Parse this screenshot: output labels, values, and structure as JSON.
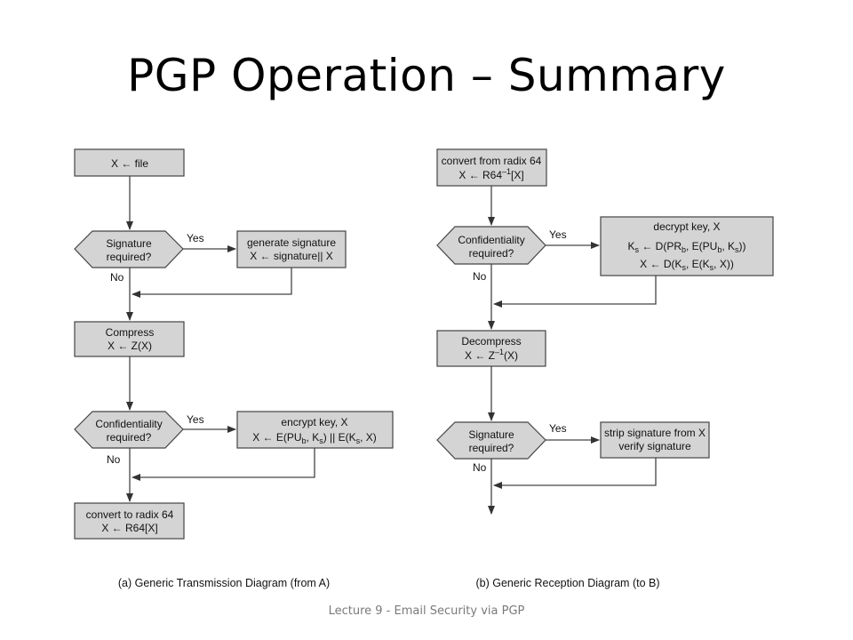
{
  "slide": {
    "title": "PGP Operation – Summary",
    "footer": "Lecture 9 - Email Security via PGP"
  },
  "transmission": {
    "caption": "(a) Generic Transmission Diagram (from A)",
    "start_box": "X ← file",
    "sig_decision": [
      "Signature",
      "required?"
    ],
    "sig_yes": "Yes",
    "sig_no": "No",
    "sig_action": [
      "generate signature",
      "X ← signature|| X"
    ],
    "compress": [
      "Compress",
      "X ← Z(X)"
    ],
    "conf_decision": [
      "Confidentiality",
      "required?"
    ],
    "conf_yes": "Yes",
    "conf_no": "No",
    "conf_action_line1": "encrypt key, X",
    "conf_action_line2": {
      "a": "X ← E(PU",
      "b_sub": "b",
      "c": ", K",
      "d_sub": "s",
      "e": ") || E(K",
      "f_sub": "s",
      "g": ", X)"
    },
    "radix": [
      "convert to radix 64",
      "X ← R64[X]"
    ]
  },
  "reception": {
    "caption": "(b) Generic Reception Diagram (to B)",
    "radix_line1": "convert from radix 64",
    "radix_line2": {
      "a": "X ← R64",
      "sup": "–1",
      "b": "[X]"
    },
    "conf_decision": [
      "Confidentiality",
      "required?"
    ],
    "conf_yes": "Yes",
    "conf_no": "No",
    "decrypt_line1": "decrypt key, X",
    "decrypt_line2": {
      "a": "K",
      "a_sub": "s",
      "b": " ← D(PR",
      "b_sub": "b",
      "c": ", E(PU",
      "c_sub": "b",
      "d": ", K",
      "d_sub": "s",
      "e": "))"
    },
    "decrypt_line3": {
      "a": "X ← D(K",
      "a_sub": "s",
      "b": ", E(K",
      "b_sub": "s",
      "c": ", X))"
    },
    "decompress_line1": "Decompress",
    "decompress_line2": {
      "a": "X ← Z",
      "sup": "–1",
      "b": "(X)"
    },
    "sig_decision": [
      "Signature",
      "required?"
    ],
    "sig_yes": "Yes",
    "sig_no": "No",
    "sig_action": [
      "strip signature from X",
      "verify signature"
    ]
  }
}
